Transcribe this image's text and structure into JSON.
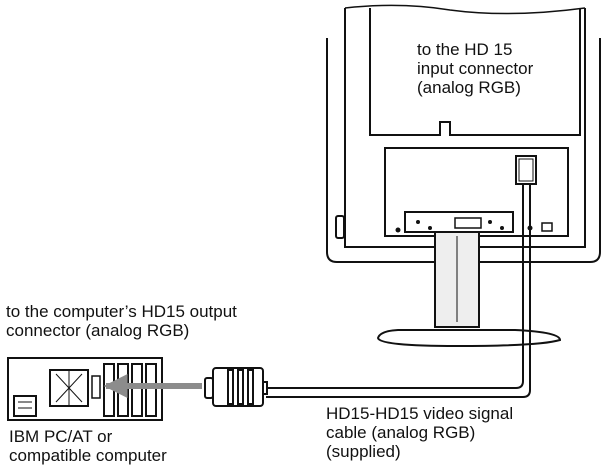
{
  "labels": {
    "monitor_input": [
      "to the HD 15",
      "input connector",
      "(analog RGB)"
    ],
    "computer_output": [
      "to the computer’s HD15 output",
      "connector (analog RGB)"
    ],
    "computer": [
      "IBM PC/AT or",
      "compatible computer"
    ],
    "cable": [
      "HD15-HD15 video signal",
      "cable (analog RGB)",
      "(supplied)"
    ]
  },
  "colors": {
    "line": "#111111",
    "arrow": "#8c8c8c",
    "stand_fill": "#eeeeee"
  }
}
